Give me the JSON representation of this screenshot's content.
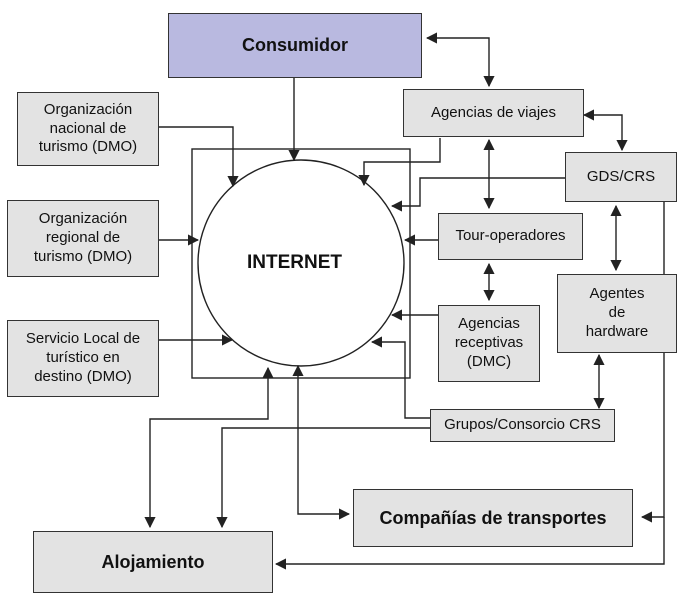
{
  "diagram": {
    "internet": "INTERNET",
    "consumidor": "Consumidor",
    "agencias_viajes": "Agencias de viajes",
    "gds_crs": "GDS/CRS",
    "org_nacional": "Organización\nnacional de\nturismo (DMO)",
    "org_regional": "Organización\nregional de\nturismo (DMO)",
    "servicio_local": "Servicio Local de\nturístico en\ndestino (DMO)",
    "tour_operadores": "Tour-operadores",
    "agentes_hardware": "Agentes\nde\nhardware",
    "agencias_receptivas": "Agencias\nreceptivas\n(DMC)",
    "grupos_consorcio": "Grupos/Consorcio CRS",
    "companias_transportes": "Compañías de transportes",
    "alojamiento": "Alojamiento"
  },
  "colors": {
    "box_fill": "#e3e3e3",
    "consumer_fill": "#b9b9e0",
    "line": "#222222"
  }
}
